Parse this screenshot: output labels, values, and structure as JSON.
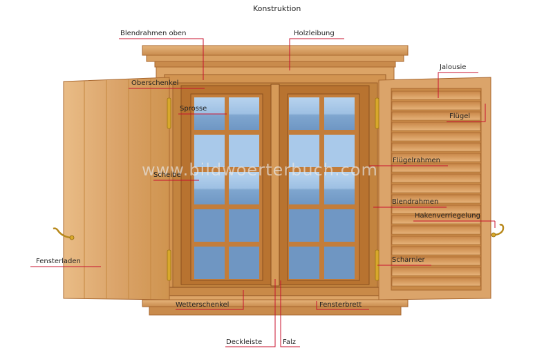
{
  "title": "Konstruktion",
  "watermark": "www.bildwoerterbuch.com",
  "labels": {
    "blendrahmen_oben": "Blendrahmen oben",
    "holzleibung": "Holzleibung",
    "jalousie": "Jalousie",
    "oberschenkel": "Oberschenkel",
    "sprosse": "Sprosse",
    "fluegel": "Flügel",
    "fluegelrahmen": "Flügelrahmen",
    "scheibe": "Scheibe",
    "blendrahmen": "Blendrahmen",
    "hakenverriegelung": "Hakenverriegelung",
    "fensterladen": "Fensterladen",
    "scharnier": "Scharnier",
    "wetterschenkel": "Wetterschenkel",
    "fensterbrett": "Fensterbrett",
    "deckleiste": "Deckleiste",
    "falz": "Falz"
  },
  "colors": {
    "leader_line": "#c8102e",
    "wood_light": "#e3b27a",
    "wood_mid": "#d39a5c",
    "wood_dark": "#a8672f",
    "glass": "#8fb2d6",
    "brass": "#d8a82a"
  }
}
